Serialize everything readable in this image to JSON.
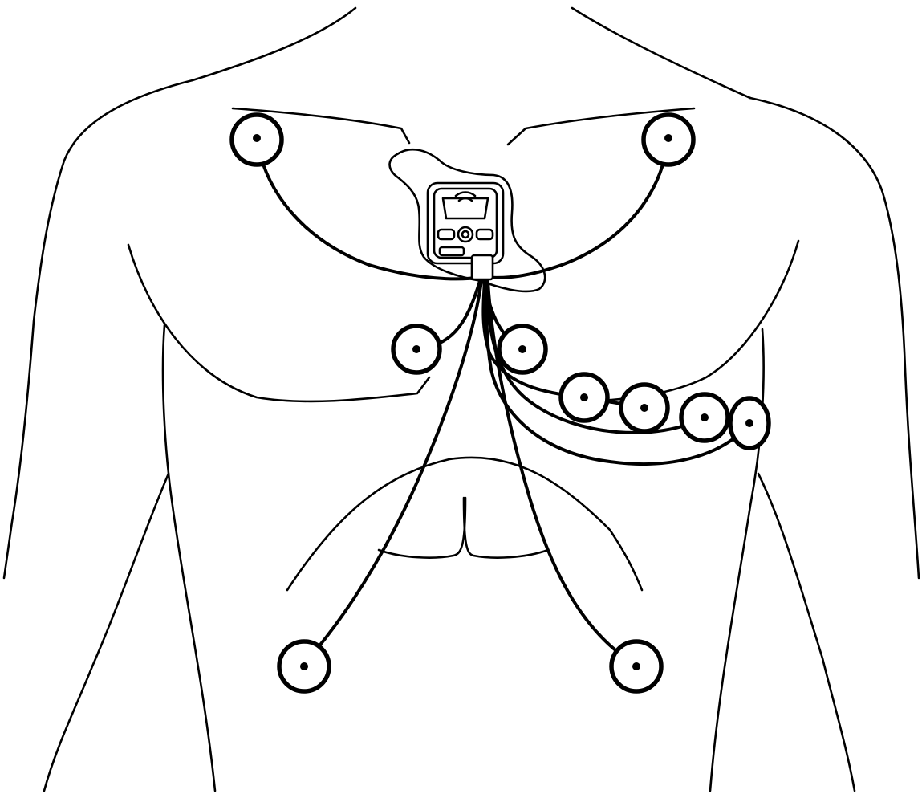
{
  "diagram": {
    "subject": "torso",
    "colors": {
      "line": "#000000",
      "background": "#ffffff"
    },
    "recorder": {
      "icon": "holter-recorder-icon"
    },
    "electrodes": [
      {
        "id": "right-shoulder"
      },
      {
        "id": "left-shoulder"
      },
      {
        "id": "right-sternal"
      },
      {
        "id": "left-sternal"
      },
      {
        "id": "v3"
      },
      {
        "id": "v4"
      },
      {
        "id": "v5"
      },
      {
        "id": "v6"
      },
      {
        "id": "right-lower"
      },
      {
        "id": "left-lower"
      }
    ]
  }
}
